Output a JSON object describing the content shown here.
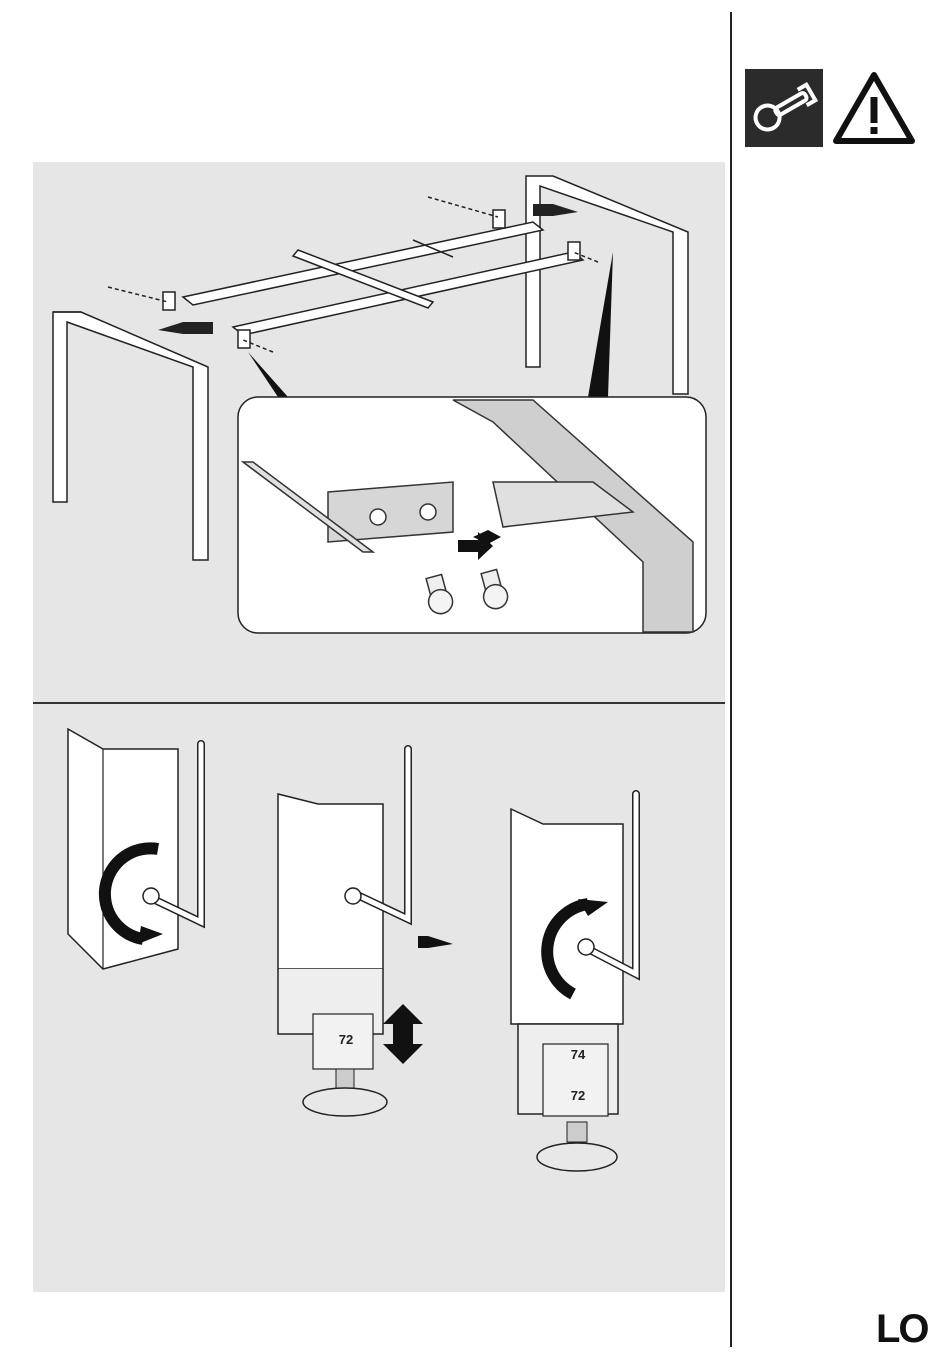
{
  "header": {
    "icons": [
      "wrench-icon",
      "warning-triangle-icon"
    ]
  },
  "step_assembly": {
    "description": "frame-assembly-illustration"
  },
  "step_leveling": {
    "scale_labels": {
      "foot_middle": "72",
      "foot_right_top": "74",
      "foot_right_bottom": "72"
    }
  },
  "footer": {
    "logo_text": "LO"
  },
  "colors": {
    "panel_bg": "#e6e6e6",
    "ink": "#222222",
    "icon_dark": "#2b2b2b"
  }
}
